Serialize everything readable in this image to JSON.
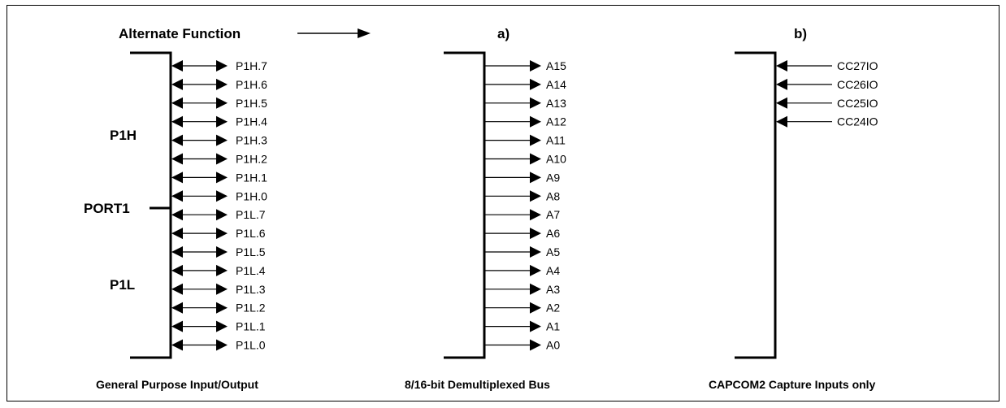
{
  "header": {
    "alternate_function": "Alternate Function",
    "col_a": "a)",
    "col_b": "b)"
  },
  "gpio": {
    "port_label": "PORT1",
    "high_label": "P1H",
    "low_label": "P1L",
    "pins": [
      "P1H.7",
      "P1H.6",
      "P1H.5",
      "P1H.4",
      "P1H.3",
      "P1H.2",
      "P1H.1",
      "P1H.0",
      "P1L.7",
      "P1L.6",
      "P1L.5",
      "P1L.4",
      "P1L.3",
      "P1L.2",
      "P1L.1",
      "P1L.0"
    ],
    "caption": "General Purpose Input/Output"
  },
  "bus": {
    "pins": [
      "A15",
      "A14",
      "A13",
      "A12",
      "A11",
      "A10",
      "A9",
      "A8",
      "A7",
      "A6",
      "A5",
      "A4",
      "A3",
      "A2",
      "A1",
      "A0"
    ],
    "caption": "8/16-bit Demultiplexed Bus"
  },
  "capcom": {
    "pins": [
      "CC27IO",
      "CC26IO",
      "CC25IO",
      "CC24IO"
    ],
    "caption": "CAPCOM2 Capture Inputs only"
  }
}
